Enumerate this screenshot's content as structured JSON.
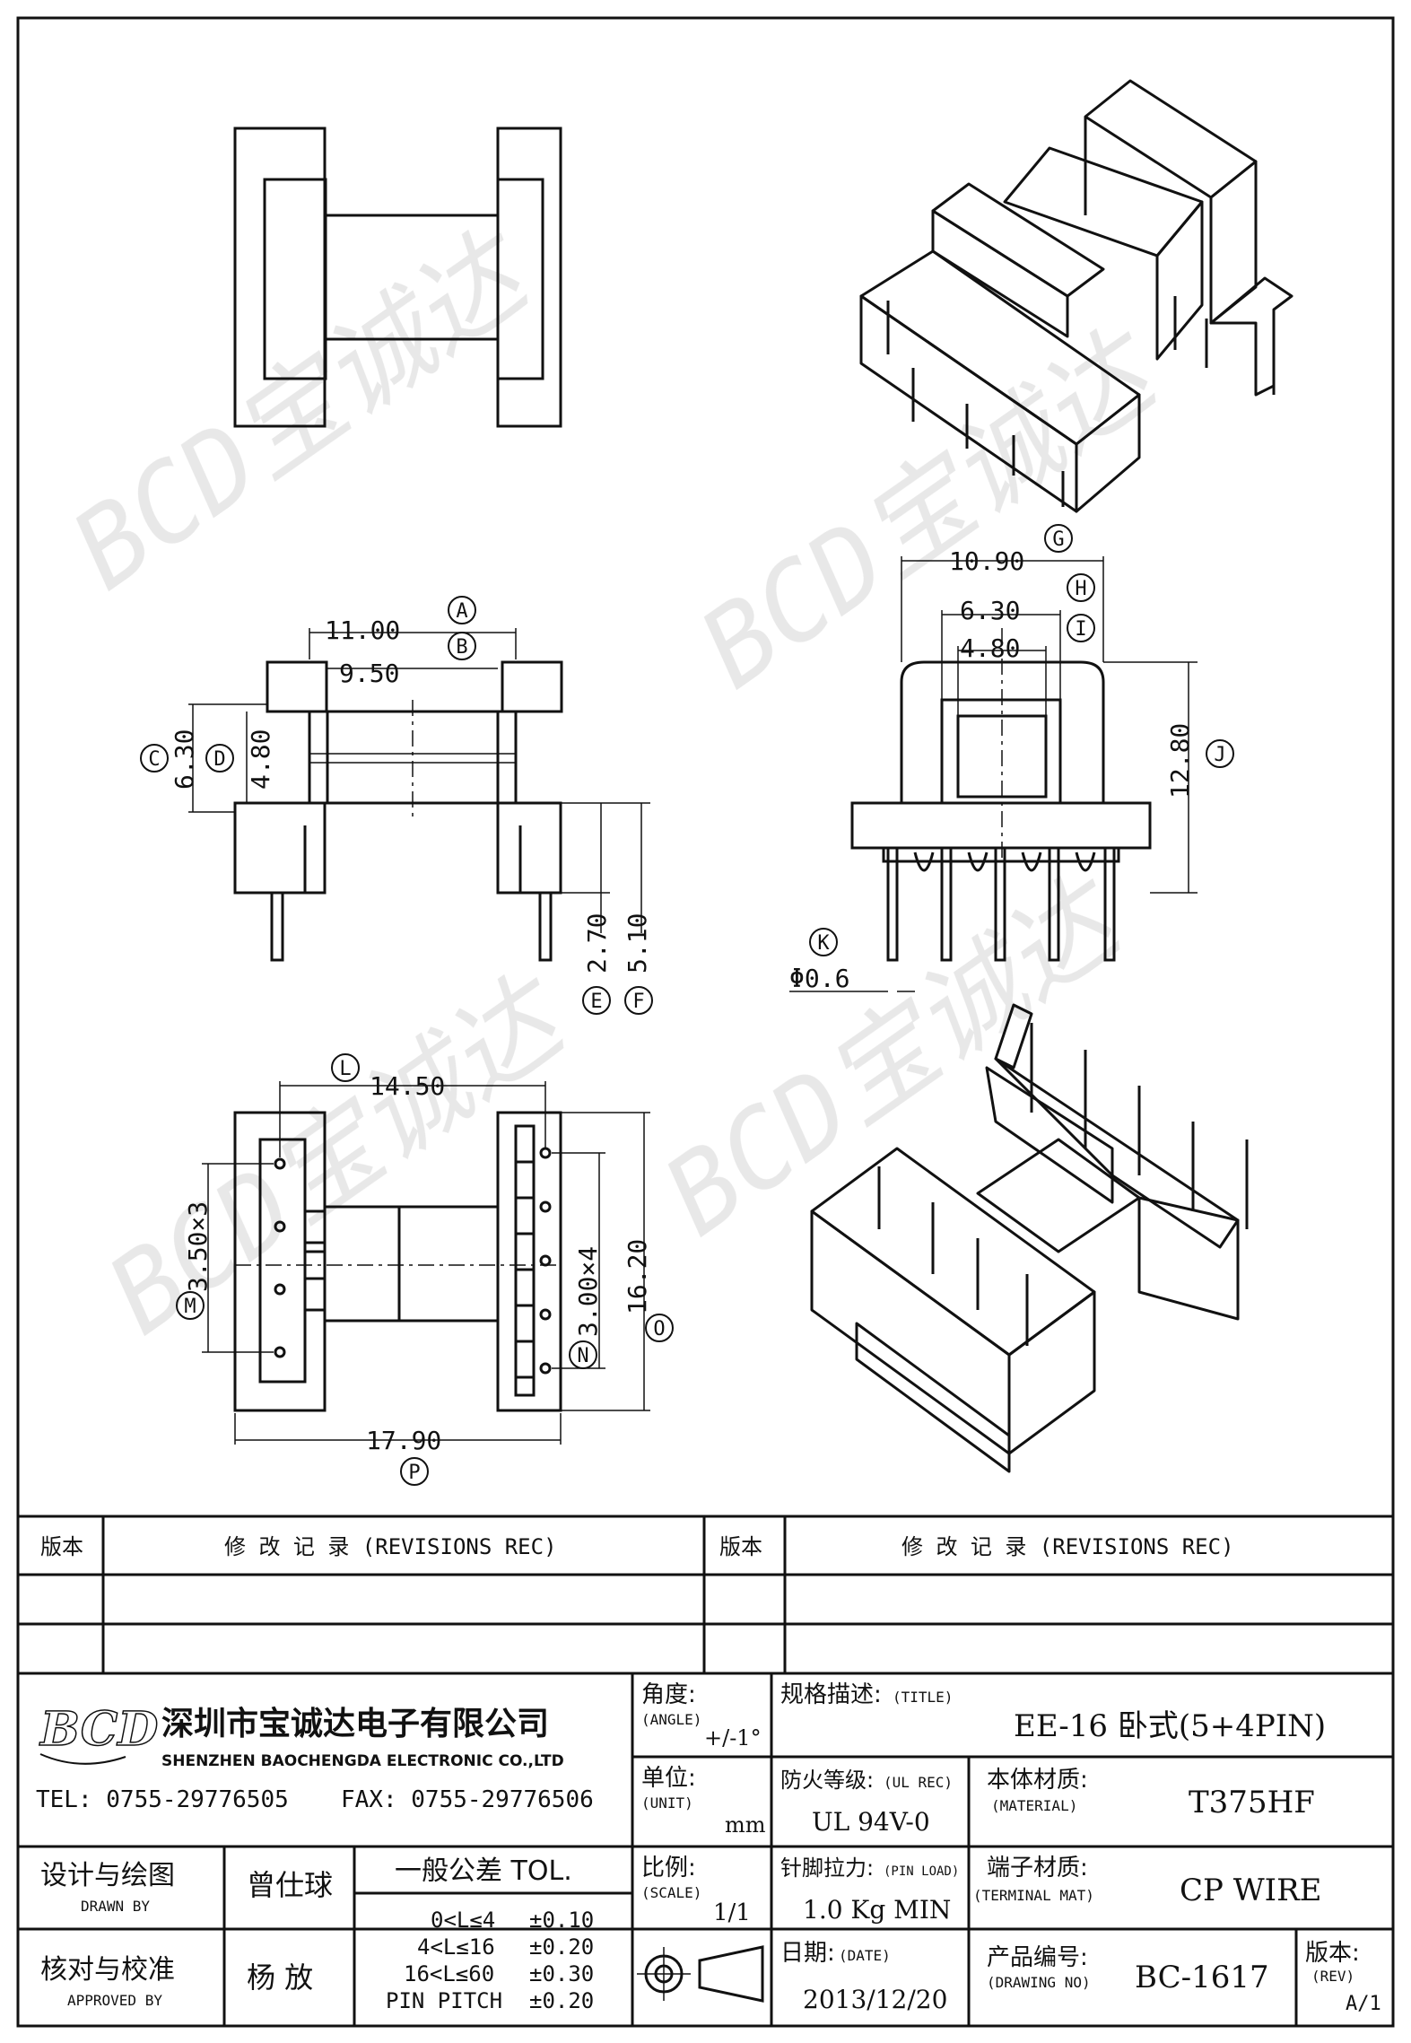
{
  "company": {
    "logo": "BCD",
    "name_cn": "深圳市宝诚达电子有限公司",
    "name_en": "SHENZHEN BAOCHENGDA ELECTRONIC CO.,LTD",
    "tel": "TEL: 0755-29776505",
    "fax": "FAX: 0755-29776506"
  },
  "watermark": "BCD宝诚达",
  "dimensions": {
    "A": "11.00",
    "B": "9.50",
    "C": "6.30",
    "D": "4.80",
    "E": "2.70",
    "F": "5.10",
    "G": "10.90",
    "H": "6.30",
    "I": "4.80",
    "J": "12.80",
    "K": "Φ0.6",
    "L": "14.50",
    "M": "3.50×3",
    "N": "3.00×4",
    "O": "16.20",
    "P": "17.90"
  },
  "revisions": {
    "version_label": "版本",
    "record_label": "修 改 记 录  (REVISIONS REC)"
  },
  "titleblock": {
    "angle_label": "角度:",
    "angle_sub": "(ANGLE)",
    "angle_value": "+/-1°",
    "title_label": "规格描述:",
    "title_sub": "(TITLE)",
    "title_value": "EE-16 卧式(5+4PIN)",
    "unit_label": "单位:",
    "unit_sub": "(UNIT)",
    "unit_value": "mm",
    "ul_label": "防火等级:",
    "ul_sub": "(UL REC)",
    "ul_value": "UL 94V-0",
    "material_label": "本体材质:",
    "material_sub": "(MATERIAL)",
    "material_value": "T375HF",
    "scale_label": "比例:",
    "scale_sub": "(SCALE)",
    "scale_value": "1/1",
    "pinload_label": "针脚拉力:",
    "pinload_sub": "(PIN LOAD)",
    "pinload_value": "1.0 Kg MIN",
    "terminal_label": "端子材质:",
    "terminal_sub": "(TERMINAL MAT)",
    "terminal_value": "CP WIRE",
    "date_label": "日期:",
    "date_sub": "(DATE)",
    "date_value": "2013/12/20",
    "drawing_label": "产品编号:",
    "drawing_sub": "(DRAWING NO)",
    "drawing_value": "BC-1617",
    "rev_label": "版本:",
    "rev_sub": "(REV)",
    "rev_value": "A/1",
    "drawn_label": "设计与绘图",
    "drawn_sub": "DRAWN BY",
    "drawn_value": "曾仕球",
    "approved_label": "核对与校准",
    "approved_sub": "APPROVED BY",
    "approved_value": "杨  放",
    "tol_title": "一般公差  TOL.",
    "tolerances": [
      {
        "range": "0<L≤4",
        "value": "±0.10"
      },
      {
        "range": "4<L≤16",
        "value": "±0.20"
      },
      {
        "range": "16<L≤60",
        "value": "±0.30"
      },
      {
        "range": "PIN PITCH",
        "value": "±0.20"
      }
    ]
  }
}
